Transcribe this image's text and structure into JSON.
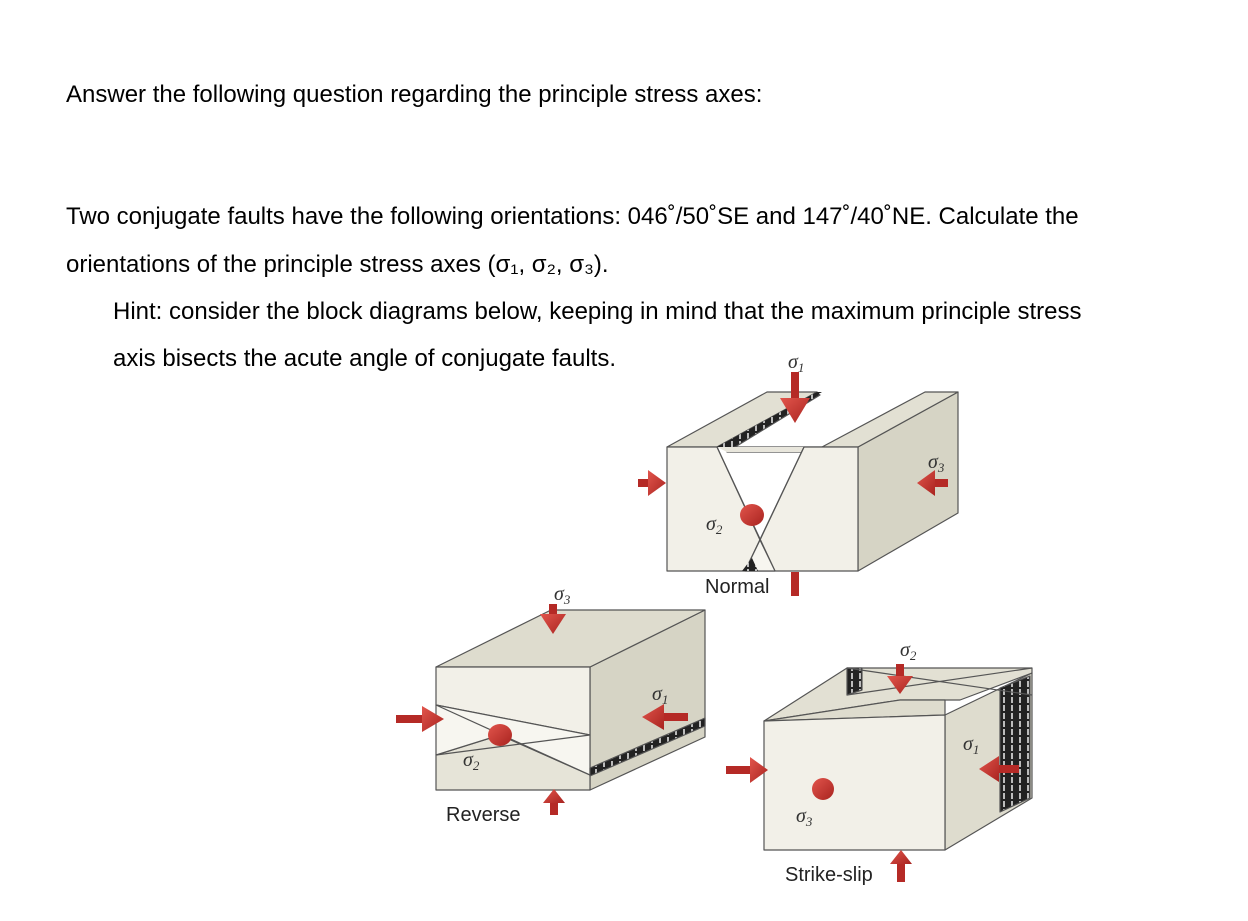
{
  "prompt": "Answer the following question regarding the principle stress axes:",
  "question": {
    "line1": "Two conjugate faults have the following orientations: 046˚/50˚SE and 147˚/40˚NE. Calculate the",
    "line2": "orientations of the principle stress axes (σ₁, σ₂, σ₃)."
  },
  "hint": {
    "line1": "Hint: consider the block diagrams below, keeping in mind that the maximum principle stress",
    "line2": "axis bisects the acute angle of conjugate faults."
  },
  "figure": {
    "normal_label": "Normal",
    "reverse_label": "Reverse",
    "strike_slip_label": "Strike-slip",
    "sigma": "σ",
    "sub1": "1",
    "sub2": "2",
    "sub3": "3"
  },
  "colors": {
    "block_face": "#f3f1ea",
    "block_top": "#dedcce",
    "block_side": "#d4d2c3",
    "arrow": "#c8312c",
    "fault_hatch": "#222222"
  }
}
